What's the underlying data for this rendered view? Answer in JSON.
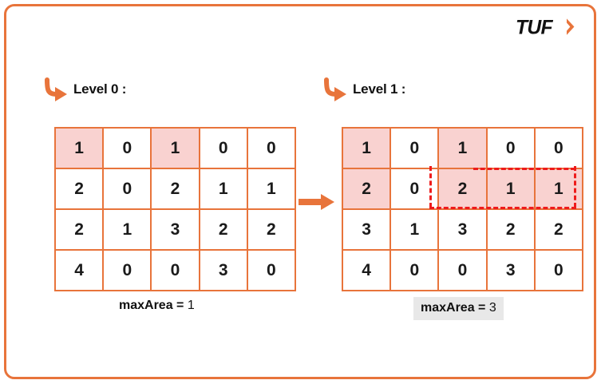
{
  "theme": {
    "accent": "#e8743b",
    "highlight_cell": "#f9d2d0",
    "dashed_selection": "#ee1b1b",
    "caption_highlight": "#e8e8e8"
  },
  "logo": {
    "text": "TUF",
    "icon": "tuf-logo"
  },
  "panels": [
    {
      "id": "level-0",
      "heading": "Level 0 :",
      "heading_icon": "curved-arrow-icon",
      "grid": {
        "rows": 4,
        "cols": 5,
        "values": [
          [
            "1",
            "0",
            "1",
            "0",
            "0"
          ],
          [
            "2",
            "0",
            "2",
            "1",
            "1"
          ],
          [
            "2",
            "1",
            "3",
            "2",
            "2"
          ],
          [
            "4",
            "0",
            "0",
            "3",
            "0"
          ]
        ],
        "highlighted": [
          [
            0,
            0
          ],
          [
            0,
            2
          ]
        ]
      },
      "caption": {
        "key": "maxArea = ",
        "value": "1",
        "highlighted": false
      }
    },
    {
      "id": "level-1",
      "heading": "Level 1 :",
      "heading_icon": "curved-arrow-icon",
      "grid": {
        "rows": 4,
        "cols": 5,
        "values": [
          [
            "1",
            "0",
            "1",
            "0",
            "0"
          ],
          [
            "2",
            "0",
            "2",
            "1",
            "1"
          ],
          [
            "3",
            "1",
            "3",
            "2",
            "2"
          ],
          [
            "4",
            "0",
            "0",
            "3",
            "0"
          ]
        ],
        "highlighted": [
          [
            0,
            0
          ],
          [
            0,
            2
          ],
          [
            1,
            0
          ],
          [
            1,
            2
          ],
          [
            1,
            3
          ],
          [
            1,
            4
          ]
        ],
        "dashed_region": {
          "label": "selected-subrectangle",
          "top_row": 1,
          "bottom_row": 1,
          "left_col": 2,
          "right_col": 4
        }
      },
      "caption": {
        "key": "maxArea = ",
        "value": "3",
        "highlighted": true
      }
    }
  ],
  "transition_arrow": "right-arrow-icon"
}
